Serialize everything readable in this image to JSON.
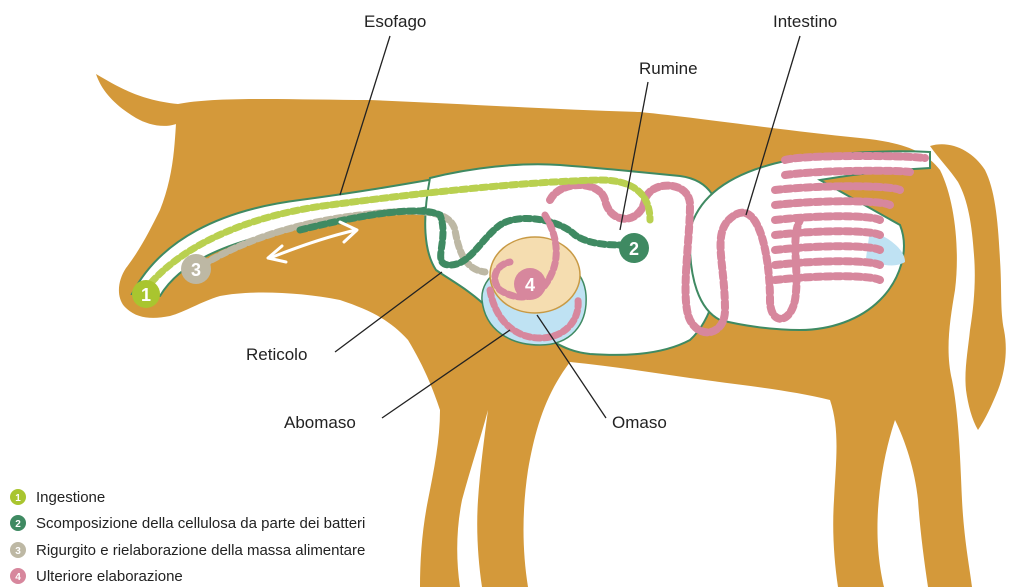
{
  "labels": {
    "esofago": "Esofago",
    "intestino": "Intestino",
    "rumine": "Rumine",
    "reticolo": "Reticolo",
    "abomaso": "Abomaso",
    "omaso": "Omaso"
  },
  "markers": [
    {
      "num": "1",
      "color": "#a9c52f"
    },
    {
      "num": "2",
      "color": "#3f8a62"
    },
    {
      "num": "3",
      "color": "#bdb8a4"
    },
    {
      "num": "4",
      "color": "#d7879d"
    }
  ],
  "legend": [
    {
      "num": "1",
      "text": "Ingestione",
      "color": "#a9c52f"
    },
    {
      "num": "2",
      "text": "Scomposizione della cellulosa da parte dei batteri",
      "color": "#3f8a62"
    },
    {
      "num": "3",
      "text": "Rigurgito e rielaborazione della massa alimentare",
      "color": "#bdb8a4"
    },
    {
      "num": "4",
      "text": "Ulteriore elaborazione",
      "color": "#d7879d"
    }
  ],
  "colors": {
    "body": "#d4993a",
    "organ": "#ffffff",
    "organ_outline": "#3f8a62",
    "fluid": "#bfe2f3",
    "omaso": "#f5ddb0"
  }
}
